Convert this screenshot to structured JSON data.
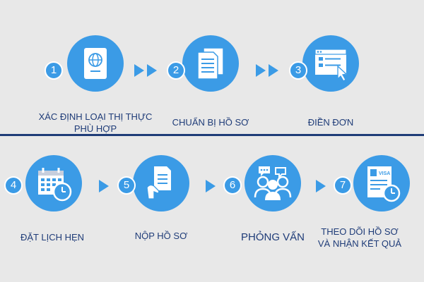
{
  "colors": {
    "background": "#e8e8e8",
    "circle": "#3b9be6",
    "text": "#1f3c78",
    "divider": "#1f3c78",
    "arrow": "#3b9be6"
  },
  "steps": [
    {
      "number": "1",
      "label": "XÁC ĐỊNH LOẠI THỊ THỰC\nPHÙ HỢP",
      "icon": "passport-icon"
    },
    {
      "number": "2",
      "label": "CHUẨN BỊ HỒ SƠ",
      "icon": "documents-icon"
    },
    {
      "number": "3",
      "label": "ĐIỀN ĐƠN",
      "icon": "browser-form-icon"
    },
    {
      "number": "4",
      "label": "ĐẶT LỊCH HẸN",
      "icon": "calendar-clock-icon"
    },
    {
      "number": "5",
      "label": "NỘP HỒ SƠ",
      "icon": "hand-document-icon"
    },
    {
      "number": "6",
      "label": "PHỎNG VẤN",
      "icon": "interview-people-icon"
    },
    {
      "number": "7",
      "label": "THEO DÕI HỒ SƠ\nVÀ NHẬN KẾT QUẢ",
      "icon": "visa-tracking-icon"
    }
  ]
}
